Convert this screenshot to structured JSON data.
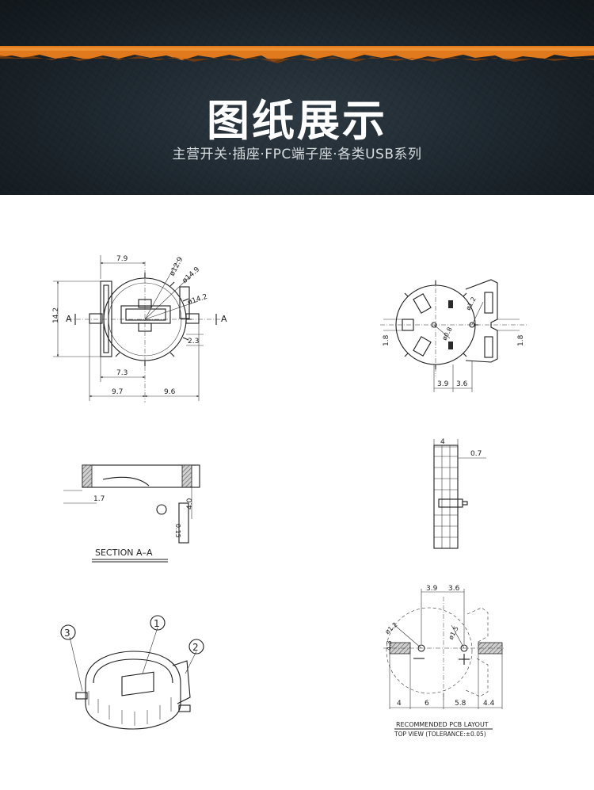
{
  "banner": {
    "title": "图纸展示",
    "subtitle": "主营开关·插座·FPC端子座·各类USB系列"
  },
  "drawing_top_view": {
    "dims": {
      "d1": "7.9",
      "d2": "ø12.9",
      "d3": "ø14.9",
      "d4": "ø14.2",
      "d5": "14.2",
      "d6": "2.3",
      "d7": "7.3",
      "d8": "9.7",
      "d9": "9.6"
    },
    "section_marks": {
      "left": "A",
      "right": "A"
    }
  },
  "drawing_bottom_view": {
    "dims": {
      "d1": "ø1.2",
      "d2": "ø0.8",
      "d3": "1.8",
      "d4": "1.8",
      "d5": "3.9",
      "d6": "3.6"
    }
  },
  "drawing_section": {
    "dims": {
      "d1": "1.7",
      "d2": "4.0",
      "d3": "0.15"
    },
    "label": "SECTION A–A"
  },
  "drawing_side_view": {
    "dims": {
      "d1": "4",
      "d2": "0.7"
    }
  },
  "drawing_iso": {
    "callouts": [
      "1",
      "2",
      "3"
    ]
  },
  "drawing_pcb": {
    "dims": {
      "d1": "3.9",
      "d2": "3.6",
      "d3": "ø1.2",
      "d4": "ø1.5",
      "d5": "4.3",
      "d6": "4",
      "d7": "6",
      "d8": "5.8",
      "d9": "4.4"
    },
    "title": "RECOMMENDED PCB LAYOUT",
    "subtitle": "TOP VIEW (TOLERANCE:±0.05)"
  }
}
